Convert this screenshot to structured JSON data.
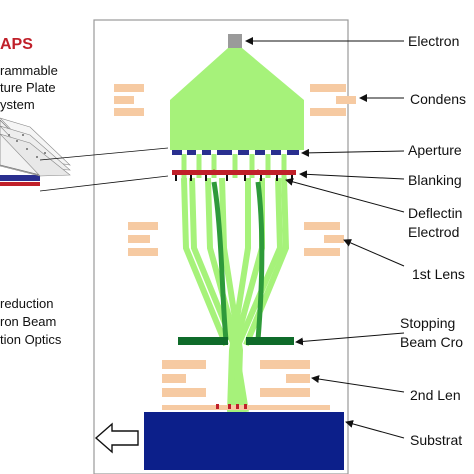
{
  "colors": {
    "beam": "#a6f27a",
    "beam_dark": "#2e9a3a",
    "beam_outline": "#7ad45a",
    "coil": "#f6caa2",
    "aperture_plate": "#2a2f8f",
    "blanking_plate": "#c0202a",
    "stopping_plate": "#0f6b2a",
    "substrate": "#0c1f8a",
    "source": "#9a9a9a",
    "aps_title": "#c0202a"
  },
  "left_labels": {
    "aps_title": "APS",
    "aps_line1": "rammable",
    "aps_line2": "ture Plate",
    "aps_line3": "ystem",
    "optics_line1": "reduction",
    "optics_line2": "ron Beam",
    "optics_line3": "tion Optics"
  },
  "right_labels": {
    "electron_source": "Electron",
    "condenser": "Condens",
    "aperture": "Aperture",
    "blanking": "Blanking",
    "deflecting_line1": "Deflectin",
    "deflecting_line2": "Electrod",
    "first_lens": "1st Lens",
    "stopping_line1": "Stopping",
    "stopping_line2": "Beam Cro",
    "second_lens": "2nd Len",
    "substrate": "Substrat"
  },
  "icons": {
    "stage_arrow": "left-arrow-icon",
    "label_pointer": "arrow-icon"
  }
}
